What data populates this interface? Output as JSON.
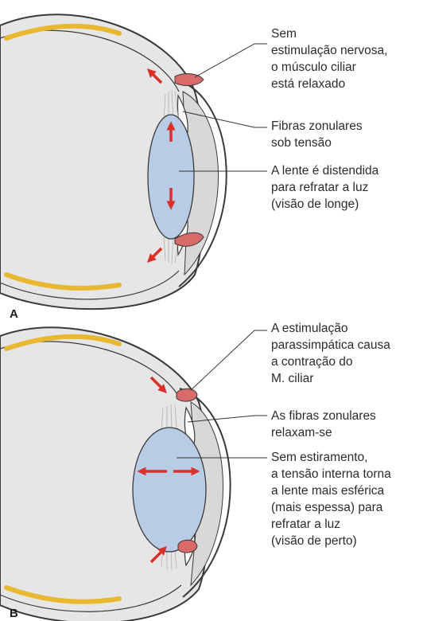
{
  "panels": [
    {
      "letter": "A",
      "labels": [
        {
          "lines": [
            "Sem",
            "estimulação nervosa,",
            "o músculo ciliar",
            "está relaxado"
          ]
        },
        {
          "lines": [
            "Fibras zonulares",
            "sob tensão"
          ]
        },
        {
          "lines": [
            "A lente é distendida",
            "para refratar a luz",
            "(visão de longe)"
          ]
        }
      ]
    },
    {
      "letter": "B",
      "labels": [
        {
          "lines": [
            "A estimulação",
            "parassimpática causa",
            "a contração do",
            "M. ciliar"
          ]
        },
        {
          "lines": [
            "As fibras zonulares",
            "relaxam-se"
          ]
        },
        {
          "lines": [
            "Sem estiramento,",
            "a tensão interna torna",
            "a lente mais esférica",
            "(mais espessa) para",
            "refratar a luz",
            "(visão de perto)"
          ]
        }
      ]
    }
  ],
  "colors": {
    "eye_fill": "#e6e6e6",
    "eye_outline": "#3a3a3a",
    "retina": "#e8b830",
    "lens": "#b8cce6",
    "ciliary_muscle": "#d96a6a",
    "arrow": "#d9302a",
    "leader_line": "#333333",
    "zonule": "#b0b0b0"
  }
}
